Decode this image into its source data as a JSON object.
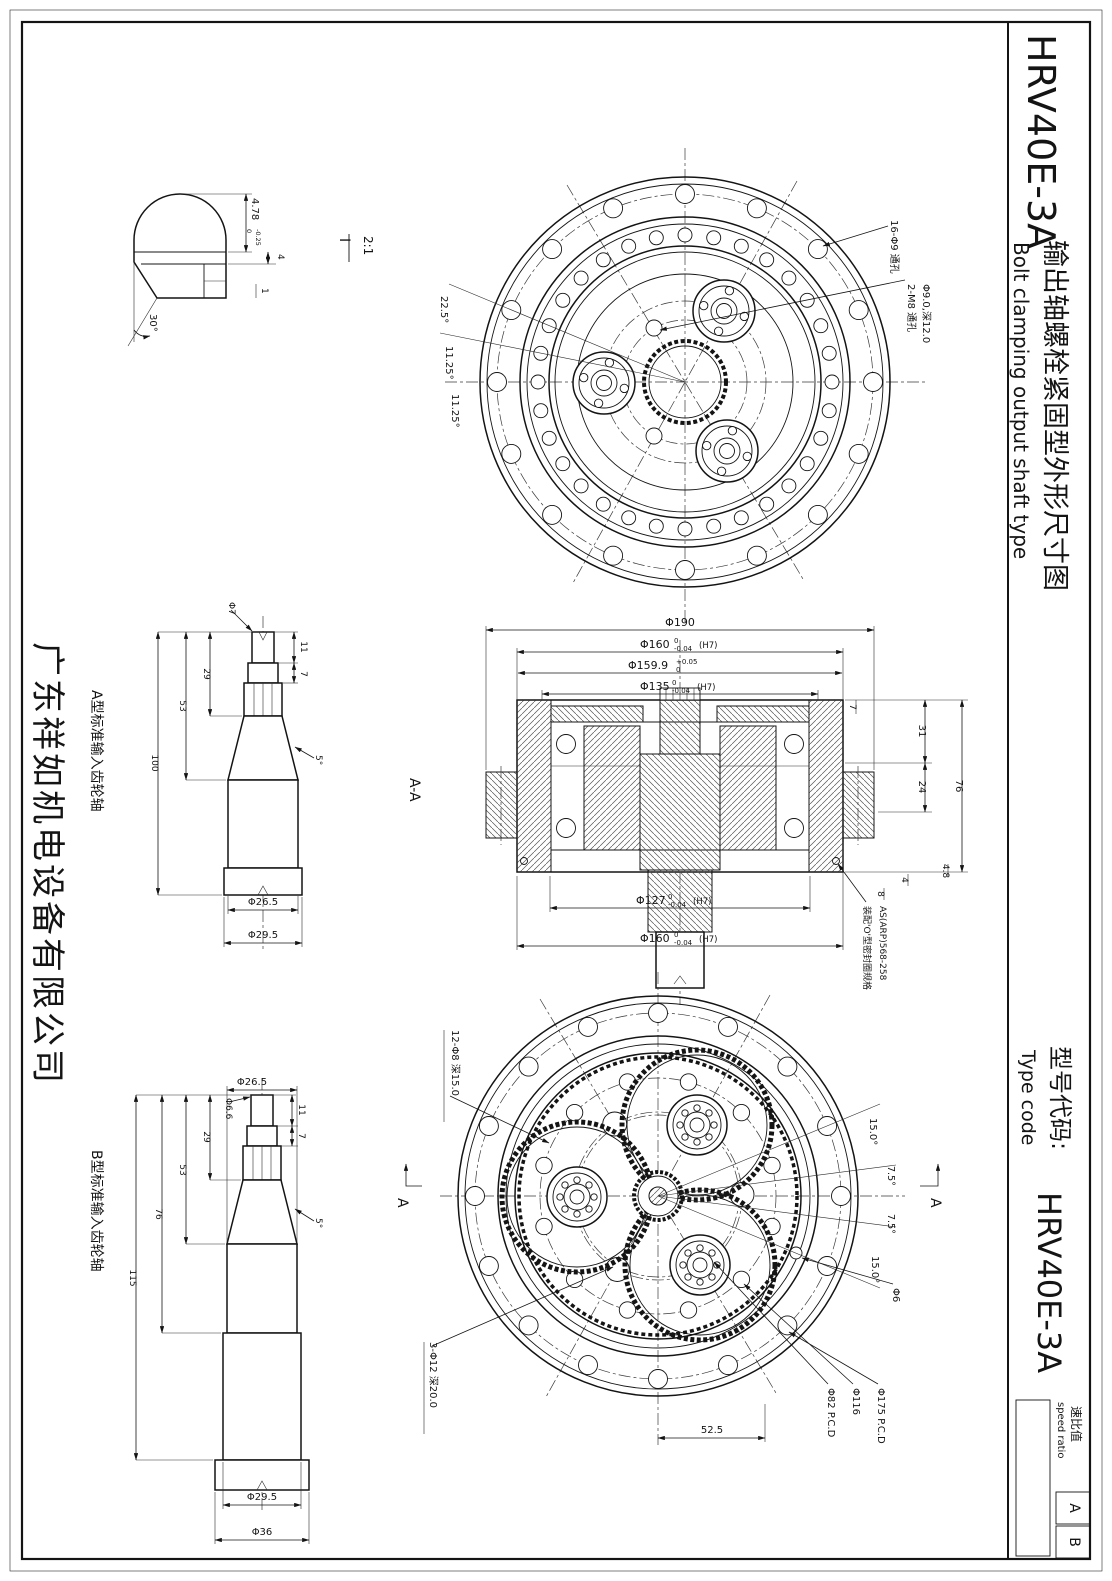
{
  "titleblock": {
    "model": "HRV40E-3A",
    "title_cn": "输出轴螺栓紧固型外形尺寸图",
    "title_en": "Bolt clamping output shaft type",
    "company": "广东祥如机电设备有限公司",
    "type_code_cn": "型号代码:",
    "type_code_en": "Type code",
    "type_code_value": "HRV40E-3A",
    "speed_ratio_cn": "速比值",
    "speed_ratio_en": "speed ratio",
    "option_a": "A",
    "option_b": "B"
  },
  "detail_view": {
    "marker": "I",
    "scale": "2:1",
    "angle": "30°",
    "dim_depth": "4.78",
    "dim_depth_up": "0",
    "dim_depth_dn": "-0.25",
    "dim_4": "4",
    "dim_1": "1"
  },
  "front_view": {
    "note_bolt_holes": "16-Φ9 通孔",
    "note_tap_1": "2-M8 通孔",
    "note_tap_2": "Φ9.0,深12.0",
    "angle_225": "22.5°",
    "angle_1125_a": "11.25°",
    "angle_1125_b": "11.25°"
  },
  "section_view": {
    "label": "A-A",
    "d190": "Φ190",
    "d160_top": "Φ160",
    "d160_top_up": "0",
    "d160_top_dn": "-0.04",
    "d160_top_fit": "(H7)",
    "d1599": "Φ159.9",
    "d1599_up": "+0.05",
    "d1599_dn": "0",
    "d135": "Φ135",
    "d135_up": "0",
    "d135_dn": "-0.04",
    "d135_fit": "(H7)",
    "d127": "Φ127",
    "d127_up": "0",
    "d127_dn": "-0.04",
    "d127_fit": "(H7)",
    "d160_bot": "Φ160",
    "d160_bot_up": "0",
    "d160_bot_dn": "-0.04",
    "d160_bot_fit": "(H7)",
    "dim_31": "31",
    "dim_24": "24",
    "dim_76": "76",
    "dim_48": "4.8",
    "dim_4": "4",
    "dim_8": "8",
    "dim_7": "7",
    "oring_note_1": "装配'O'型密封圈规格",
    "oring_note_2": "AS(ARP)568-258"
  },
  "gear_view": {
    "note_holes_8": "12-Φ8 深15.0",
    "note_holes_12": "3-Φ12 深20.0",
    "dim_525": "52.5",
    "angle_15_a": "15.0°",
    "angle_75_a": "7.5°",
    "angle_75_b": "7.5°",
    "angle_15_b": "15.0°",
    "d6": "Φ6",
    "pcd_82": "Φ82 P.C.D",
    "d116": "Φ116",
    "pcd_175": "Φ175 P.C.D",
    "section_mark_left": "A",
    "section_mark_right": "A"
  },
  "shaft_a": {
    "label": "A型标准输入齿轮轴",
    "d7": "Φ7",
    "dim_11": "11",
    "dim_7": "7",
    "dim_29": "29",
    "dim_53": "53",
    "dim_100": "100",
    "d265": "Φ26.5",
    "d295": "Φ29.5",
    "angle_5": "5°"
  },
  "shaft_b": {
    "label": "B型标准输入齿轮轴",
    "d66": "Φ6.6",
    "d265": "Φ26.5",
    "dim_11": "11",
    "dim_7": "7",
    "dim_29": "29",
    "dim_53": "53",
    "dim_76": "76",
    "dim_115": "115",
    "d295": "Φ29.5",
    "d36": "Φ36",
    "angle_5": "5°"
  }
}
